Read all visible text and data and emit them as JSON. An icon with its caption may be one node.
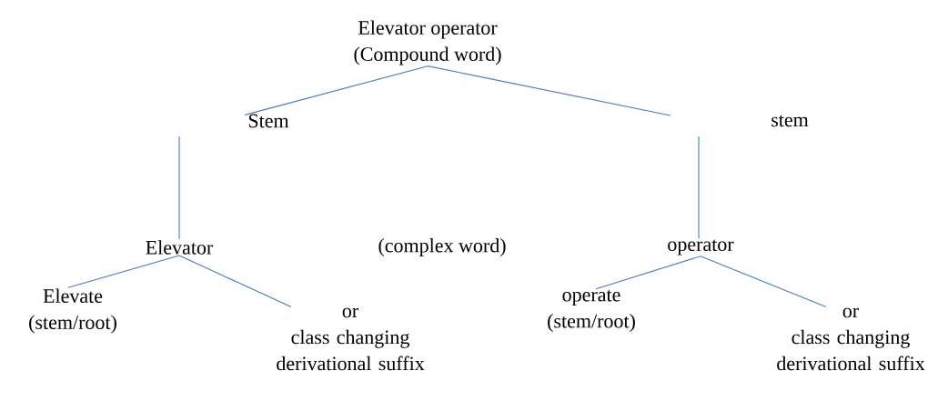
{
  "diagram": {
    "nodes": [
      {
        "text": [
          "Elevator operator",
          "(Compound word)"
        ]
      },
      {
        "text": [
          "Stem"
        ]
      },
      {
        "text": [
          "stem"
        ]
      },
      {
        "text": [
          "Elevator"
        ]
      },
      {
        "text": [
          "operator"
        ]
      },
      {
        "text": [
          "Elevate",
          "(stem/root)"
        ]
      },
      {
        "text": [
          "or",
          "class changing derivational suffix"
        ]
      },
      {
        "text": [
          "operate",
          "(stem/root)"
        ]
      },
      {
        "text": [
          "or",
          "class changing derivational suffix"
        ]
      }
    ],
    "edges": [
      {
        "from": 0,
        "to": 1,
        "arrow": "none"
      },
      {
        "from": 0,
        "to": null,
        "arrow": "none"
      },
      {
        "from": null,
        "to": 3,
        "arrow": "none"
      },
      {
        "from": null,
        "to": 4,
        "arrow": "none"
      },
      {
        "from": 3,
        "to": 5,
        "arrow": "none"
      },
      {
        "from": 3,
        "to": 6,
        "arrow": "none"
      },
      {
        "from": 4,
        "to": 7,
        "arrow": "none"
      },
      {
        "from": 4,
        "to": 8,
        "arrow": "none"
      }
    ],
    "labels": [
      "(complex word)"
    ]
  }
}
